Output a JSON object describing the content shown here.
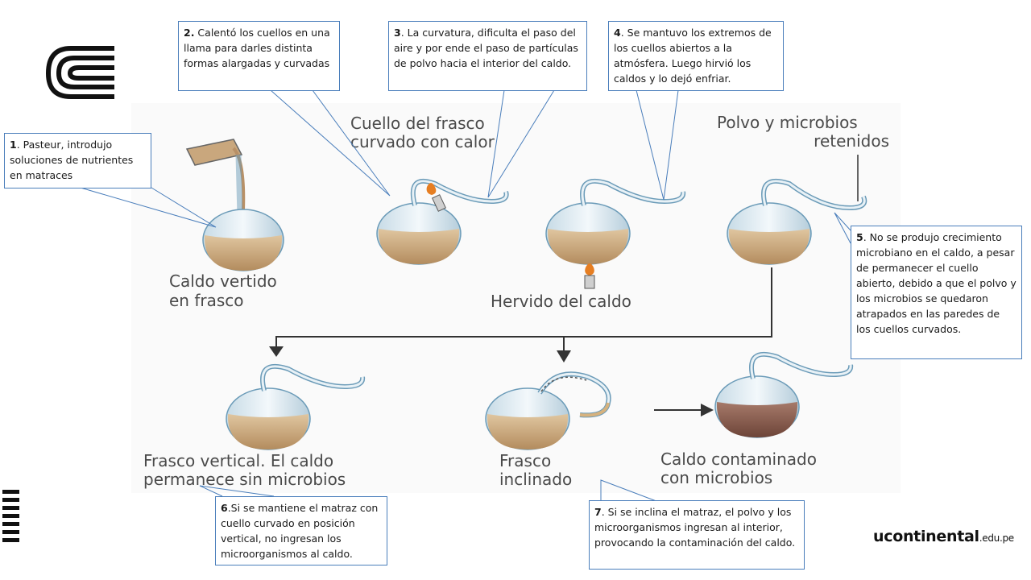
{
  "callouts": [
    {
      "num": "1",
      "text": ". Pasteur, introdujo soluciones de nutrientes en matraces"
    },
    {
      "num": "2.",
      "text": " Calentó los cuellos en una llama para darles distinta formas alargadas y curvadas"
    },
    {
      "num": "3",
      "text": ". La curvatura, dificulta el paso del aire y por ende el paso de partículas de polvo hacia el interior del caldo."
    },
    {
      "num": "4",
      "text": ". Se mantuvo los extremos de los cuellos abiertos a la atmósfera. Luego hirvió los caldos y lo dejó enfriar."
    },
    {
      "num": "5",
      "text": ". No se produjo crecimiento microbiano en el caldo, a pesar de permanecer  el cuello abierto, debido a que el polvo y los microbios se quedaron atrapados en las paredes de los cuellos curvados."
    },
    {
      "num": "6",
      "text": ".Si se mantiene el matraz con cuello curvado en posición vertical, no ingresan los microorganismos al caldo."
    },
    {
      "num": "7",
      "text": ". Si se inclina el matraz, el polvo y los microorganismos ingresan al interior, provocando la contaminación del caldo."
    }
  ],
  "figure_labels": {
    "poured_1": "Caldo vertido",
    "poured_2": "en frasco",
    "neck_1": "Cuello del frasco",
    "neck_2": "curvado con calor",
    "boiled": "Hervido del caldo",
    "dust_1": "Polvo y microbios",
    "dust_2": "retenidos",
    "vertical_1": "Frasco vertical. El caldo",
    "vertical_2": "permanece sin microbios",
    "tilted_1": "Frasco",
    "tilted_2": "inclinado",
    "contaminated_1": "Caldo contaminado",
    "contaminated_2": "con microbios"
  },
  "brand": {
    "name": "ucontinental",
    "suffix": ".edu.pe"
  },
  "colors": {
    "callout_border": "#4a7ebb",
    "broth": "#c9a77d",
    "broth_contaminated": "#8b5e52",
    "glass": "#6b9bb8",
    "arrow": "#333333"
  }
}
